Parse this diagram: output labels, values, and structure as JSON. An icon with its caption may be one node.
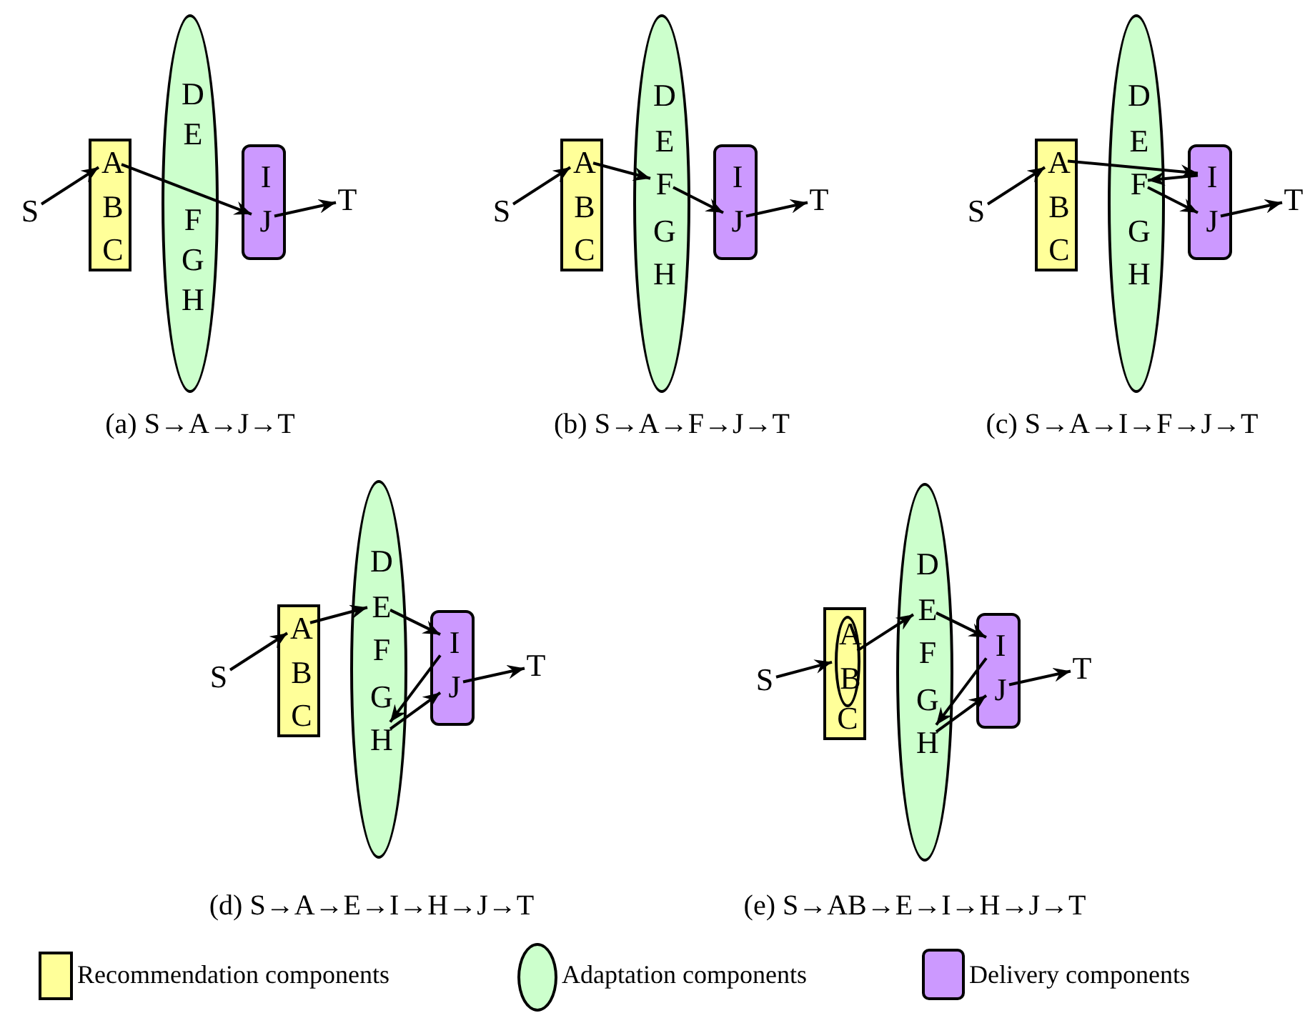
{
  "diagram": {
    "nodes": [
      {
        "text": [
          "S"
        ]
      },
      {
        "text": [],
        "shape": "box"
      },
      {
        "text": [
          "A"
        ],
        "in": 1
      },
      {
        "text": [
          "B"
        ],
        "in": 1
      },
      {
        "text": [
          "C"
        ],
        "in": 1
      },
      {
        "text": [],
        "shape": "ellipse"
      },
      {
        "text": [
          "D"
        ],
        "in": 5
      },
      {
        "text": [
          "E"
        ],
        "in": 5
      },
      {
        "text": [
          "F"
        ],
        "in": 5
      },
      {
        "text": [
          "G"
        ],
        "in": 5
      },
      {
        "text": [
          "H"
        ],
        "in": 5
      },
      {
        "text": [],
        "shape": "box"
      },
      {
        "text": [
          "I"
        ],
        "in": 11
      },
      {
        "text": [
          "J"
        ],
        "in": 11
      },
      {
        "text": [
          "T"
        ]
      },
      {
        "text": [
          "S"
        ]
      },
      {
        "text": [],
        "shape": "box"
      },
      {
        "text": [
          "A"
        ],
        "in": 16
      },
      {
        "text": [
          "B"
        ],
        "in": 16
      },
      {
        "text": [
          "C"
        ],
        "in": 16
      },
      {
        "text": [],
        "shape": "ellipse"
      },
      {
        "text": [
          "D"
        ],
        "in": 20
      },
      {
        "text": [
          "E"
        ],
        "in": 20
      },
      {
        "text": [
          "F"
        ],
        "in": 20
      },
      {
        "text": [
          "G"
        ],
        "in": 20
      },
      {
        "text": [
          "H"
        ],
        "in": 20
      },
      {
        "text": [],
        "shape": "box"
      },
      {
        "text": [
          "I"
        ],
        "in": 26
      },
      {
        "text": [
          "J"
        ],
        "in": 26
      },
      {
        "text": [
          "T"
        ]
      },
      {
        "text": [
          "S"
        ]
      },
      {
        "text": [],
        "shape": "box"
      },
      {
        "text": [
          "A"
        ],
        "in": 31
      },
      {
        "text": [
          "B"
        ],
        "in": 31
      },
      {
        "text": [
          "C"
        ],
        "in": 31
      },
      {
        "text": [],
        "shape": "ellipse"
      },
      {
        "text": [
          "D"
        ],
        "in": 35
      },
      {
        "text": [
          "E"
        ],
        "in": 35
      },
      {
        "text": [
          "F"
        ],
        "in": 35
      },
      {
        "text": [
          "G"
        ],
        "in": 35
      },
      {
        "text": [
          "H"
        ],
        "in": 35
      },
      {
        "text": [],
        "shape": "box"
      },
      {
        "text": [
          "I"
        ],
        "in": 41
      },
      {
        "text": [
          "J"
        ],
        "in": 41
      },
      {
        "text": [
          "T"
        ]
      },
      {
        "text": [
          "S"
        ]
      },
      {
        "text": [],
        "shape": "box"
      },
      {
        "text": [
          "A"
        ],
        "in": 46
      },
      {
        "text": [
          "B"
        ],
        "in": 46
      },
      {
        "text": [
          "C"
        ],
        "in": 46
      },
      {
        "text": [],
        "shape": "ellipse"
      },
      {
        "text": [
          "D"
        ],
        "in": 50
      },
      {
        "text": [
          "E"
        ],
        "in": 50
      },
      {
        "text": [
          "F"
        ],
        "in": 50
      },
      {
        "text": [
          "G"
        ],
        "in": 50
      },
      {
        "text": [
          "H"
        ],
        "in": 50
      },
      {
        "text": [],
        "shape": "box"
      },
      {
        "text": [
          "I"
        ],
        "in": 56
      },
      {
        "text": [
          "J"
        ],
        "in": 56
      },
      {
        "text": [
          "T"
        ]
      },
      {
        "text": [
          "S"
        ]
      },
      {
        "text": [],
        "shape": "box"
      },
      {
        "text": [],
        "shape": "ellipse",
        "in": 61
      },
      {
        "text": [
          "A"
        ],
        "in": 62
      },
      {
        "text": [
          "B"
        ],
        "in": 62
      },
      {
        "text": [
          "C"
        ],
        "in": 61
      },
      {
        "text": [],
        "shape": "ellipse"
      },
      {
        "text": [
          "D"
        ],
        "in": 66
      },
      {
        "text": [
          "E"
        ],
        "in": 66
      },
      {
        "text": [
          "F"
        ],
        "in": 66
      },
      {
        "text": [
          "G"
        ],
        "in": 66
      },
      {
        "text": [
          "H"
        ],
        "in": 66
      },
      {
        "text": [],
        "shape": "box"
      },
      {
        "text": [
          "I"
        ],
        "in": 72
      },
      {
        "text": [
          "J"
        ],
        "in": 72
      },
      {
        "text": [
          "T"
        ]
      }
    ],
    "edges": [
      {
        "from": 0,
        "to": 2,
        "arrow": "to"
      },
      {
        "from": 2,
        "to": 13,
        "arrow": "to"
      },
      {
        "from": 13,
        "to": 14,
        "arrow": "to"
      },
      {
        "from": 15,
        "to": 17,
        "arrow": "to"
      },
      {
        "from": 17,
        "to": 23,
        "arrow": "to"
      },
      {
        "from": 23,
        "to": 28,
        "arrow": "to"
      },
      {
        "from": 28,
        "to": 29,
        "arrow": "to"
      },
      {
        "from": 30,
        "to": 32,
        "arrow": "to"
      },
      {
        "from": 32,
        "to": 42,
        "arrow": "to"
      },
      {
        "from": 42,
        "to": 38,
        "arrow": "to"
      },
      {
        "from": 38,
        "to": 43,
        "arrow": "to"
      },
      {
        "from": 43,
        "to": 44,
        "arrow": "to"
      },
      {
        "from": 45,
        "to": 47,
        "arrow": "to"
      },
      {
        "from": 47,
        "to": 52,
        "arrow": "to"
      },
      {
        "from": 52,
        "to": 57,
        "arrow": "to"
      },
      {
        "from": 57,
        "to": 55,
        "arrow": "to"
      },
      {
        "from": 55,
        "to": 58,
        "arrow": "to"
      },
      {
        "from": 58,
        "to": 59,
        "arrow": "to"
      },
      {
        "from": 60,
        "to": 62,
        "arrow": "to"
      },
      {
        "from": 62,
        "to": 68,
        "arrow": "to"
      },
      {
        "from": 68,
        "to": 73,
        "arrow": "to"
      },
      {
        "from": 73,
        "to": 71,
        "arrow": "to"
      },
      {
        "from": 71,
        "to": 74,
        "arrow": "to"
      },
      {
        "from": 74,
        "to": 75,
        "arrow": "to"
      }
    ],
    "labels": [
      "(a) S→A→J→T",
      "(b) S→A→F→J→T",
      "(c) S→A→I→F→J→T",
      "(d) S→A→E→I→H→J→T",
      "(e) S→AB→E→I→H→J→T"
    ],
    "legend": [
      {
        "text": "Recommendation components",
        "color": "#ffff99"
      },
      {
        "text": "Adaptation components",
        "color": "#ccffcc"
      },
      {
        "text": "Delivery components",
        "color": "#cc99ff"
      }
    ]
  }
}
